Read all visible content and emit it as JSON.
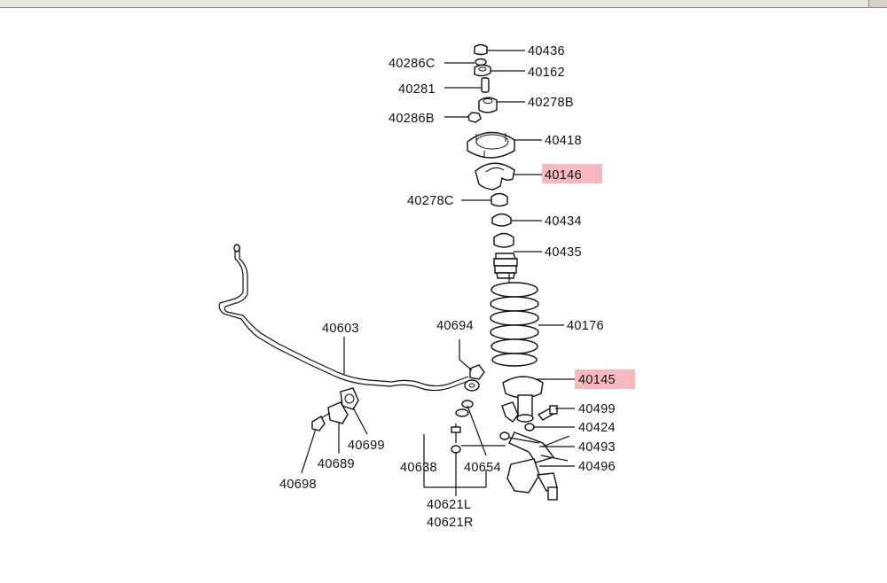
{
  "window": {
    "title": ""
  },
  "highlight_color": "#f7b9be",
  "labels": {
    "p40436": "40436",
    "p40286C": "40286C",
    "p40162": "40162",
    "p40281": "40281",
    "p40278B": "40278B",
    "p40286B": "40286B",
    "p40418": "40418",
    "p40146": "40146",
    "p40278C": "40278C",
    "p40434": "40434",
    "p40435": "40435",
    "p40603": "40603",
    "p40694": "40694",
    "p40176": "40176",
    "p40145": "40145",
    "p40499": "40499",
    "p40424": "40424",
    "p40493": "40493",
    "p40699": "40699",
    "p40689": "40689",
    "p40638": "40638",
    "p40654": "40654",
    "p40496": "40496",
    "p40698": "40698",
    "p40621L": "40621L",
    "p40621R": "40621R"
  },
  "highlighted": [
    "40146",
    "40145"
  ]
}
